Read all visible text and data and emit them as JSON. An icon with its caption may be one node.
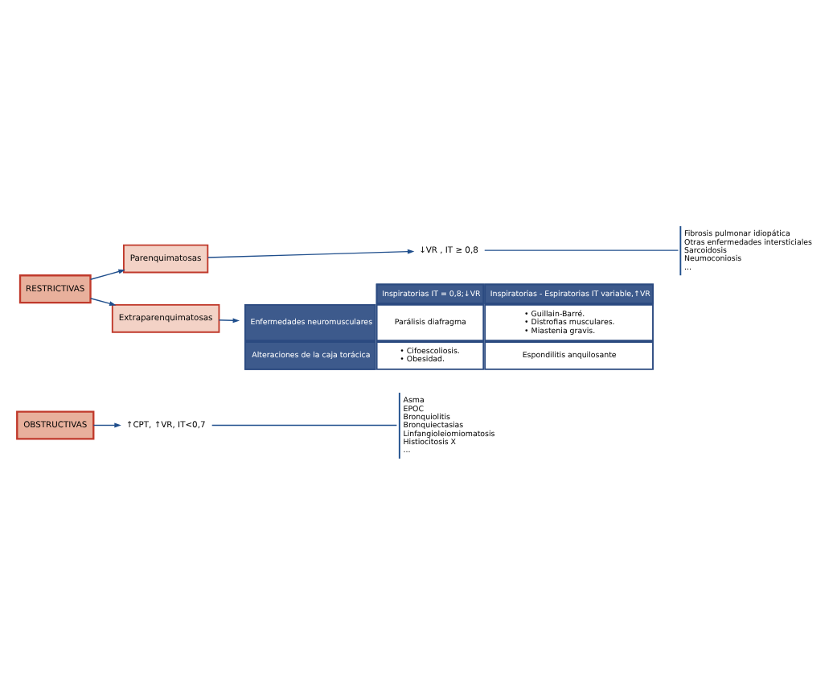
{
  "diagram": {
    "nodes": [
      {
        "text": [
          "OBSTRUCTIVAS"
        ]
      },
      {
        "text": [
          "↑CPT, ↑VR, IT<0,7"
        ]
      },
      {
        "text": [
          "Asma",
          "EPOC",
          "Bronquiolitis",
          "Bronquiectasias",
          "Linfangioleiomiomatosis",
          "Histiocitosis X",
          "..."
        ]
      },
      {
        "text": [
          "RESTRICTIVAS"
        ]
      },
      {
        "text": [
          "Parenquimatosas"
        ]
      },
      {
        "text": [
          "↓VR , IT ≥ 0,8"
        ]
      },
      {
        "text": [
          "Fibrosis pulmonar idiopática",
          "Otras enfermedades intersticiales",
          "Sarcoidosis",
          "Neumoconiosis",
          "..."
        ]
      },
      {
        "text": [
          "Extraparenquimatosas"
        ]
      },
      {
        "text": [
          "Inspiratorias IT = 0,8;↓VR",
          "Inspiratorias - Espiratorias IT variable,↑VR",
          "Enfermedades neuromusculares",
          "Parálisis diafragma",
          "• Guillain-Barré.",
          "• Distrofias musculares.",
          "• Miastenia gravis.",
          "Alteraciones de la caja torácica",
          "• Cifoescoliosis.",
          "• Obesidad.",
          "Espondilitis anquilosante"
        ]
      }
    ],
    "edges": [
      {
        "from": 0,
        "to": 1,
        "arrow": "to"
      },
      {
        "from": 1,
        "to": 2,
        "arrow": "none"
      },
      {
        "from": 3,
        "to": 4,
        "arrow": "to"
      },
      {
        "from": 3,
        "to": 7,
        "arrow": "to"
      },
      {
        "from": 4,
        "to": 5,
        "arrow": "to"
      },
      {
        "from": 5,
        "to": 6,
        "arrow": "none"
      },
      {
        "from": 7,
        "to": 8,
        "arrow": "to"
      }
    ]
  }
}
